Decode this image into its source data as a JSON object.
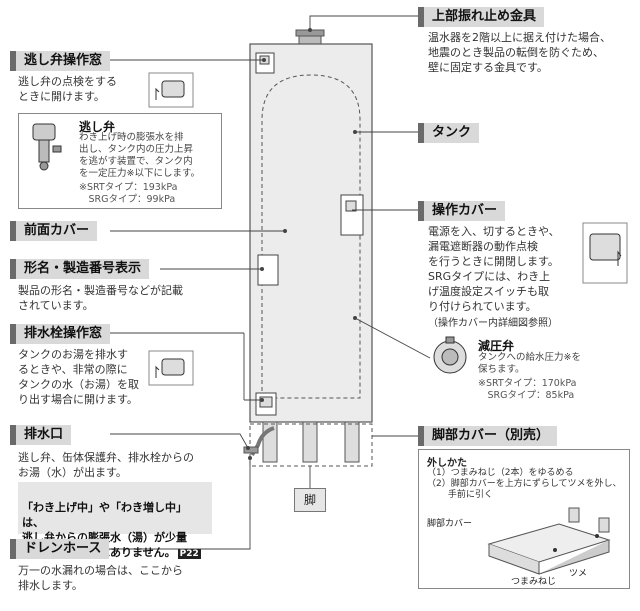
{
  "labels": {
    "top_bracket": "上部振れ止め金具",
    "relief_cover": "逃し弁操作窓",
    "tank": "タンク",
    "operation_cover": "操作カバー",
    "front_cover": "前面カバー",
    "model_label": "形名・製造番号表示",
    "drain_cover": "排水栓操作窓",
    "outlet": "排水口",
    "leg_cover": "脚部カバー（別売）",
    "leg": "脚",
    "drain_hose": "ドレンホース"
  },
  "desc": {
    "top_bracket": "温水器を2階以上に据え付けた場合、\n地震のとき製品の転倒を防ぐため、\n壁に固定する金具です。",
    "relief_cover": "逃し弁の点検をする\nときに開けます。",
    "operation_cover": "電源を入、切するときや、\n漏電遮断器の動作点検\nを行うときに開閉します。\nSRGタイプには、わき上\nげ温度設定スイッチも取\nり付けられています。",
    "operation_cover_note": "（操作カバー内詳細図参照）",
    "model_label": "製品の形名・製造番号などが記載\nされています。",
    "drain_cover": "タンクのお湯を排水す\nるときや、非常の際に\nタンクの水（お湯）を取\nり出す場合に開けます。",
    "outlet": "逃し弁、缶体保護弁、排水栓からの\nお湯（水）が出ます。",
    "outlet_note": "「わき上げ中」や「わき増し中」は、\n逃し弁からの膨張水（湯）が少量\n出ますが故障ではありません。",
    "outlet_ref": "P22",
    "drain_hose": "万一の水漏れの場合は、ここから\n排水します。"
  },
  "relief_valve": {
    "title": "逃し弁",
    "text": "わき上げ時の膨張水を排\n出し、タンク内の圧力上昇\nを逃がす装置で、タンク内\nを一定圧力※以下にします。",
    "spec": "※SRTタイプ：193kPa\n　SRGタイプ：99kPa"
  },
  "reducing_valve": {
    "title": "減圧弁",
    "text": "タンクへの給水圧力※を\n保ちます。",
    "spec": "※SRTタイプ：170kPa\n　SRGタイプ：85kPa"
  },
  "leg_detail": {
    "title": "外しかた",
    "steps": "（1）つまみねじ（2本）をゆるめる\n（2）脚部カバーを上方にずらしてツメを外し、\n　　 手前に引く",
    "label_cover": "脚部カバー",
    "label_screw": "つまみねじ",
    "label_claw": "ツメ"
  }
}
